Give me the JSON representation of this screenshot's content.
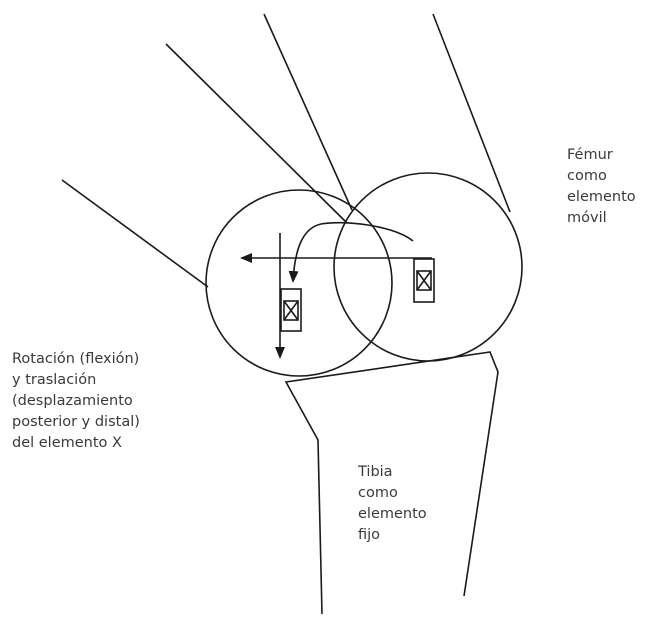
{
  "labels": {
    "femur": [
      "Fémur",
      "como",
      "elemento",
      "móvil"
    ],
    "motion": [
      "Rotación (flexión)",
      "y traslación",
      "(desplazamiento",
      "posterior y distal)",
      "del elemento X"
    ],
    "tibia": [
      "Tibia",
      "como",
      "elemento",
      "fijo"
    ]
  },
  "colors": {
    "stroke": "#1a1a1a",
    "text": "#3a3a3a",
    "background": "#ffffff"
  }
}
